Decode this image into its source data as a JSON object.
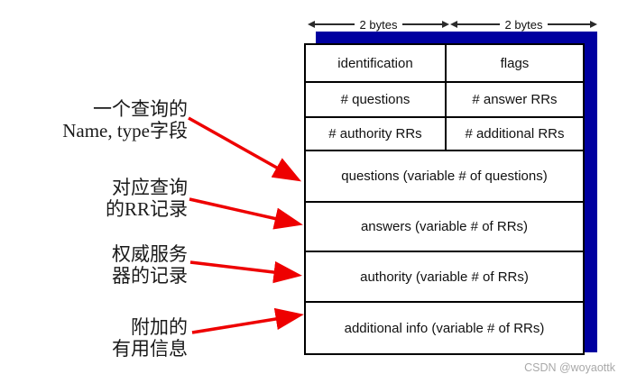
{
  "measures": [
    {
      "label": "2 bytes"
    },
    {
      "label": "2 bytes"
    }
  ],
  "table": {
    "header_rows": [
      [
        "identification",
        "flags"
      ],
      [
        "# questions",
        "# answer RRs"
      ],
      [
        "# authority RRs",
        "# additional RRs"
      ]
    ],
    "body_rows": [
      "questions (variable # of questions)",
      "answers (variable # of RRs)",
      "authority (variable # of RRs)",
      "additional info (variable # of RRs)"
    ]
  },
  "annotations": [
    {
      "lines": [
        "一个查询的",
        "Name, type字段"
      ]
    },
    {
      "lines": [
        "对应查询",
        "的RR记录"
      ]
    },
    {
      "lines": [
        "权威服务",
        "器的记录"
      ]
    },
    {
      "lines": [
        "附加的",
        "有用信息"
      ]
    }
  ],
  "watermark": "CSDN @woyaottk",
  "colors": {
    "shadow_blue": "#0000A0",
    "arrow_red": "#EE0000",
    "border_black": "#000000",
    "measure_gray": "#2B2B2B",
    "watermark_gray": "#A9A9A9"
  }
}
